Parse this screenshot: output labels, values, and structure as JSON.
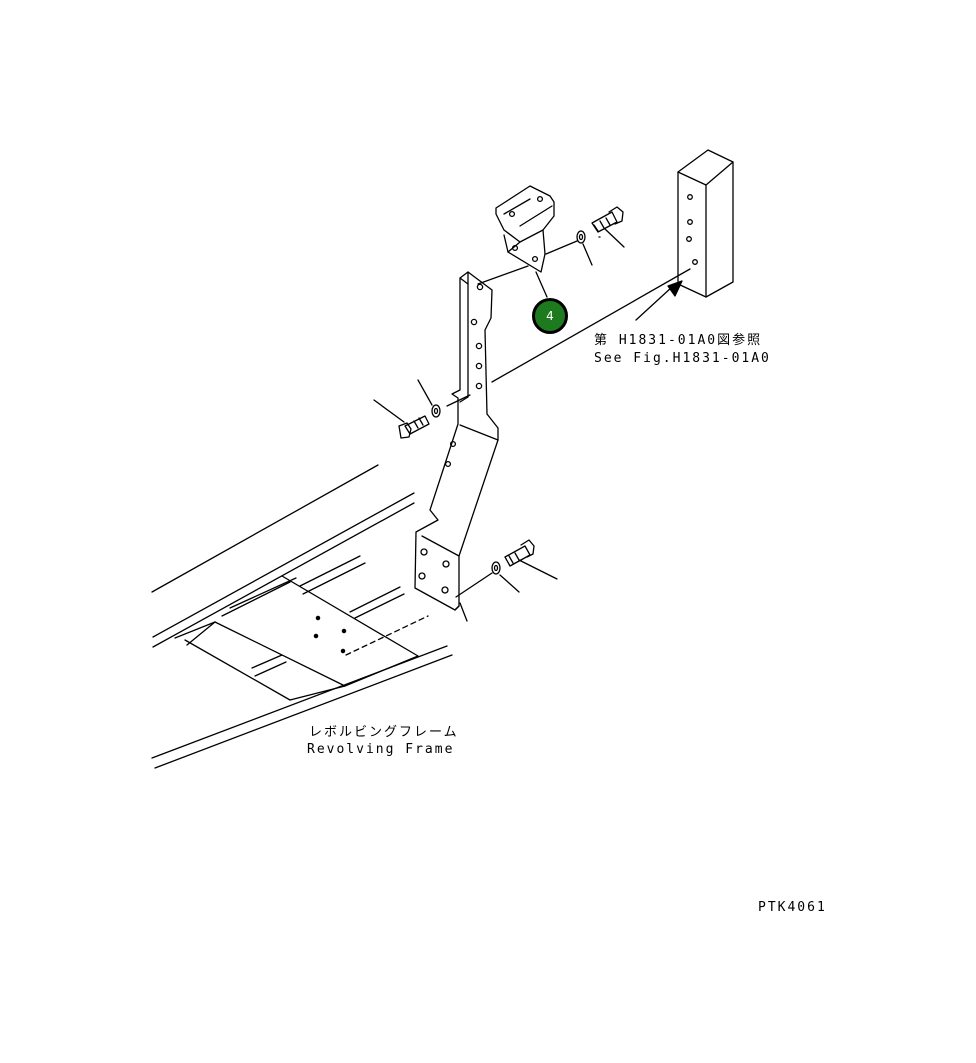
{
  "drawing": {
    "callout": {
      "number": "4",
      "color": "#1e7a1e"
    },
    "reference_note": {
      "jp": "第 H1831-01A0図参照",
      "en": "See Fig.H1831-01A0"
    },
    "frame_label": {
      "jp": "レボルビングフレーム",
      "en": "Revolving Frame"
    },
    "drawing_code": "PTK4061"
  }
}
